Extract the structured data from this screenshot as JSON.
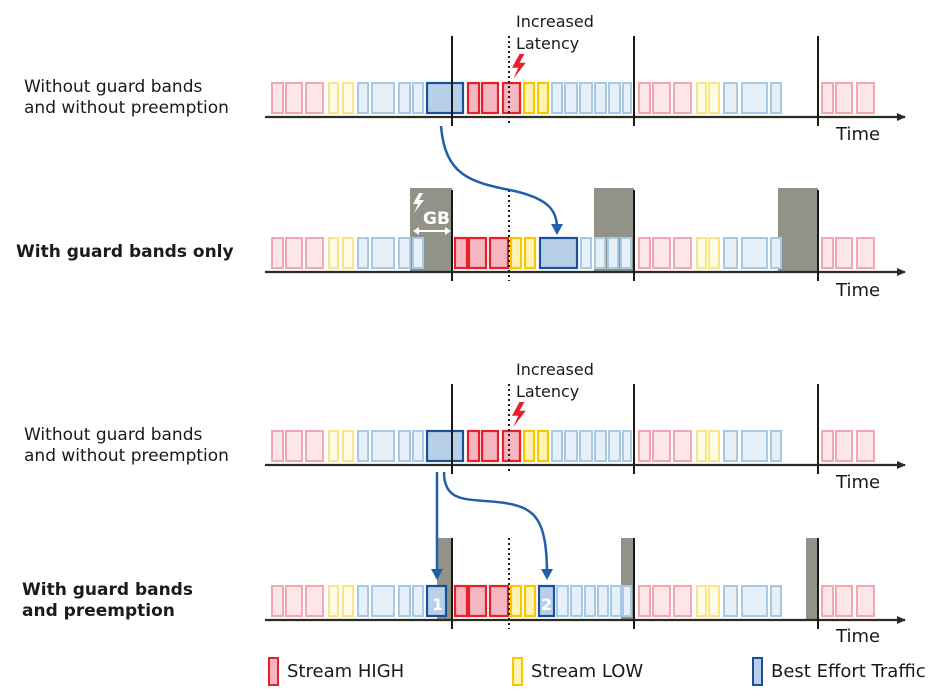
{
  "rows": [
    {
      "label_lines": [
        "Without guard bands",
        "and without preemption"
      ],
      "bold": false,
      "time_label": "Time",
      "annotation": [
        "Increased",
        "Latency"
      ]
    },
    {
      "label_lines": [
        "With guard bands only"
      ],
      "bold": true,
      "time_label": "Time",
      "guard_band_label": "GB"
    },
    {
      "label_lines": [
        "Without guard bands",
        "and without preemption"
      ],
      "bold": false,
      "time_label": "Time",
      "annotation": [
        "Increased",
        "Latency"
      ]
    },
    {
      "label_lines": [
        "With guard bands",
        "and preemption"
      ],
      "bold": true,
      "time_label": "Time",
      "fragment_labels": [
        "1",
        "2"
      ]
    }
  ],
  "legend": [
    {
      "label": "Stream HIGH",
      "type": "high"
    },
    {
      "label": "Stream LOW",
      "type": "low"
    },
    {
      "label": "Best Effort Traffic",
      "type": "be"
    }
  ],
  "colors": {
    "high_stroke": "#e8202a",
    "high_fill": "#f4b6c0",
    "high_faded_stroke": "#f2a7b3",
    "high_faded_fill": "#fce6ea",
    "low_stroke": "#f5c800",
    "low_fill": "#fff3b8",
    "low_faded_stroke": "#f8e48a",
    "low_faded_fill": "#fffbe4",
    "be_stroke": "#1b4f9c",
    "be_fill": "#b7d0e8",
    "be_faded_stroke": "#a9c8e4",
    "be_faded_fill": "#e6f0f8",
    "guard_band": "#8c8c82",
    "arrow": "#1f5fab",
    "lightning": "#e8202a",
    "axis": "#2b2b20"
  }
}
